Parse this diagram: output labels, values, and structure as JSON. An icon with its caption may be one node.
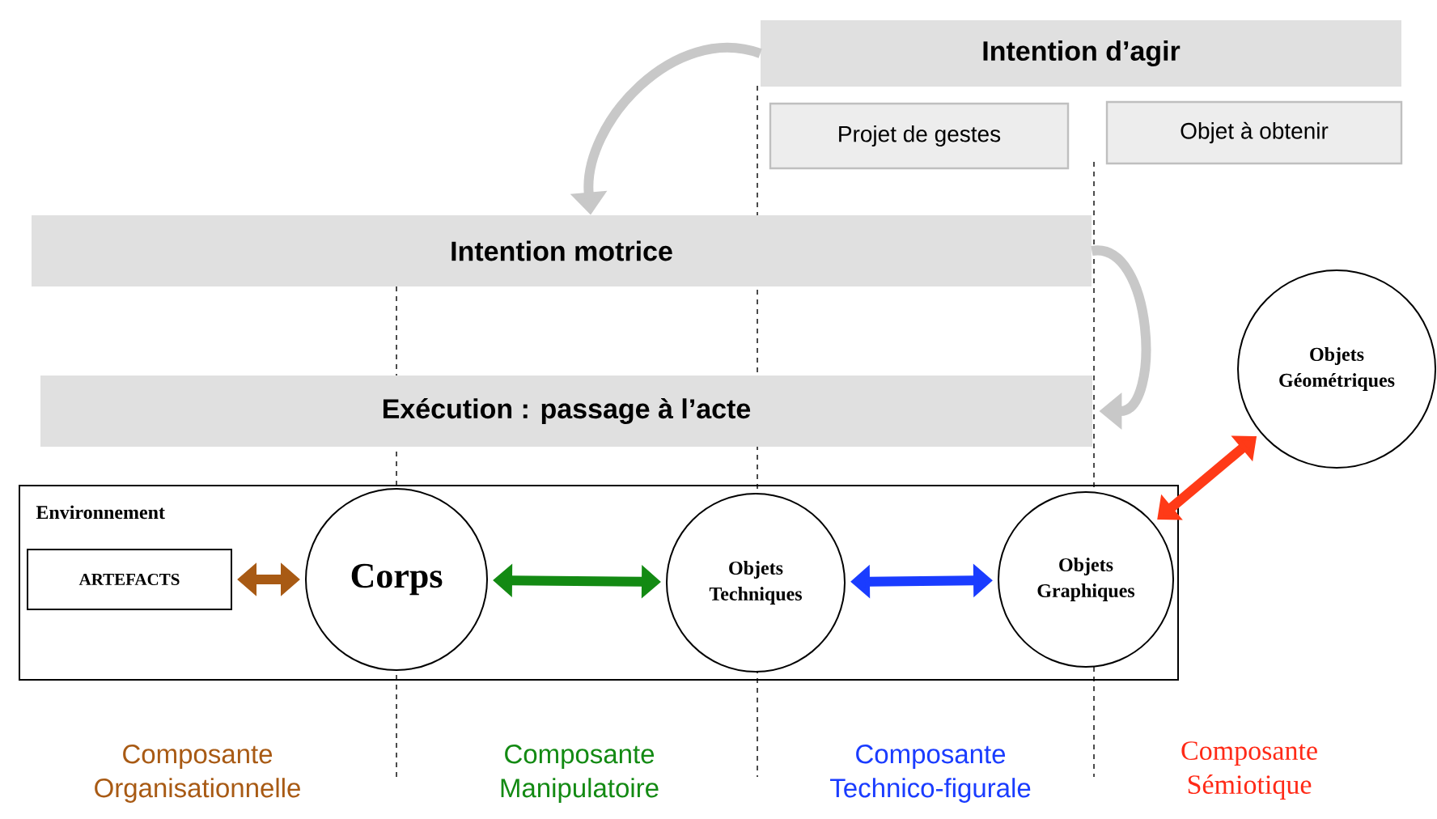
{
  "diagram": {
    "nodes": [
      {
        "text": [
          "Intention d’agir"
        ]
      },
      {
        "text": [
          "Projet de gestes"
        ]
      },
      {
        "text": [
          "Objet à obtenir"
        ]
      },
      {
        "text": [
          "Intention motrice"
        ]
      },
      {
        "text": [
          "Exécution : passage à l’acte"
        ]
      },
      {
        "text": [
          "Environnement"
        ]
      },
      {
        "text": [
          "ARTEFACTS"
        ],
        "in": 5
      },
      {
        "text": [
          "Corps"
        ],
        "in": 5
      },
      {
        "text": [
          "Objets Techniques"
        ],
        "in": 5
      },
      {
        "text": [
          "Objets Graphiques"
        ],
        "in": 5
      },
      {
        "text": [
          "Objets Géométriques"
        ]
      }
    ],
    "edges": [
      {
        "from": 0,
        "to": 3,
        "arrow": "to",
        "color": "#c8c8c8"
      },
      {
        "from": 3,
        "to": 4,
        "arrow": "to",
        "color": "#c8c8c8"
      },
      {
        "from": 6,
        "to": 7,
        "arrow": "both",
        "color": "#a85a14"
      },
      {
        "from": 7,
        "to": 8,
        "arrow": "both",
        "color": "#138a13"
      },
      {
        "from": 8,
        "to": 9,
        "arrow": "both",
        "color": "#1a3cff"
      },
      {
        "from": 10,
        "to": 9,
        "arrow": "both",
        "color": "#ff3a17"
      }
    ],
    "labels": [
      "Composante Organisationnelle",
      "Composante Manipulatoire",
      "Composante Technico-figurale",
      "Composante Sémiotique"
    ]
  }
}
